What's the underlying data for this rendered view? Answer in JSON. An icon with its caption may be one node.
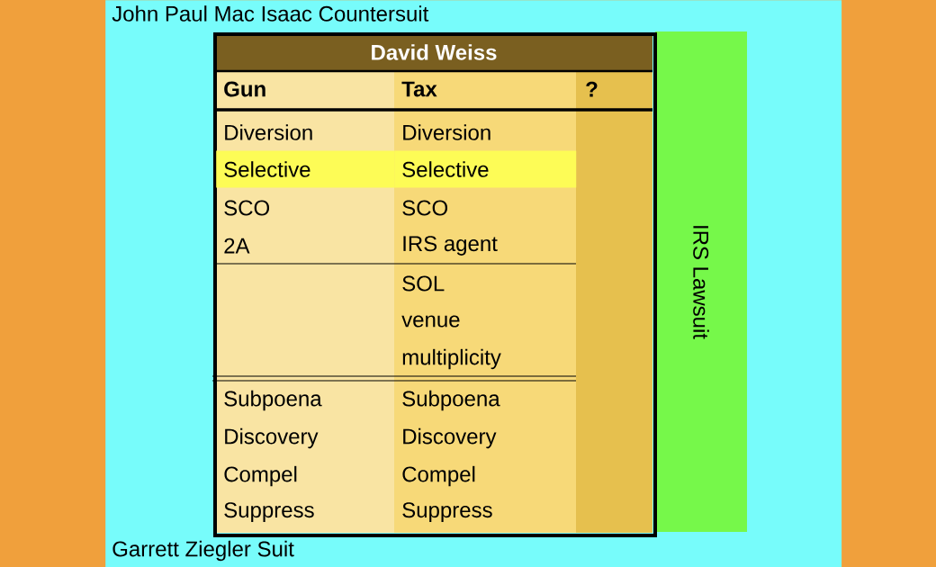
{
  "diagram": {
    "nodes": [
      {
        "text": [
          "John Paul Mac Isaac Countersuit",
          "Garrett Ziegler Suit"
        ]
      },
      {
        "text": [
          "IRS Lawsuit"
        ],
        "in": 0
      },
      {
        "text": [
          "David Weiss"
        ],
        "in": 0
      }
    ],
    "labels": [
      "Gun",
      "Tax",
      "?",
      "Diversion",
      "Diversion",
      "Selective",
      "Selective",
      "SCO",
      "SCO",
      "2A",
      "IRS agent",
      "SOL",
      "venue",
      "multiplicity",
      "Subpoena",
      "Subpoena",
      "Discovery",
      "Discovery",
      "Compel",
      "Compel",
      "Suppress",
      "Suppress"
    ]
  }
}
